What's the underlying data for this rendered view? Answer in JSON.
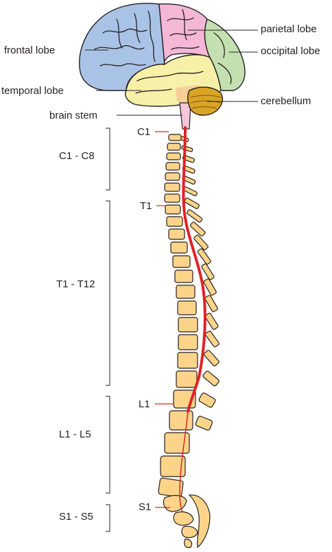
{
  "labels": {
    "frontal": "frontal lobe",
    "parietal": "parietal lobe",
    "occipital": "occipital lobe",
    "temporal": "temporal lobe",
    "cerebellum": "cerebellum",
    "brain_stem": "brain stem"
  },
  "regions": {
    "cervical": "C1 - C8",
    "thoracic": "T1 - T12",
    "lumbar": "L1 - L5",
    "sacral": "S1 - S5"
  },
  "markers": {
    "c1": "C1",
    "t1": "T1",
    "l1": "L1",
    "s1": "S1"
  },
  "colors": {
    "frontal": "#a9c3e6",
    "parietal": "#f4b7d6",
    "occipital": "#c4e0b0",
    "temporal": "#f7f0a8",
    "cerebellum": "#d9a326",
    "brain_stem": "#f3c6d9",
    "vertebra": "#fbd48a",
    "spinal_cord": "#e32026"
  }
}
